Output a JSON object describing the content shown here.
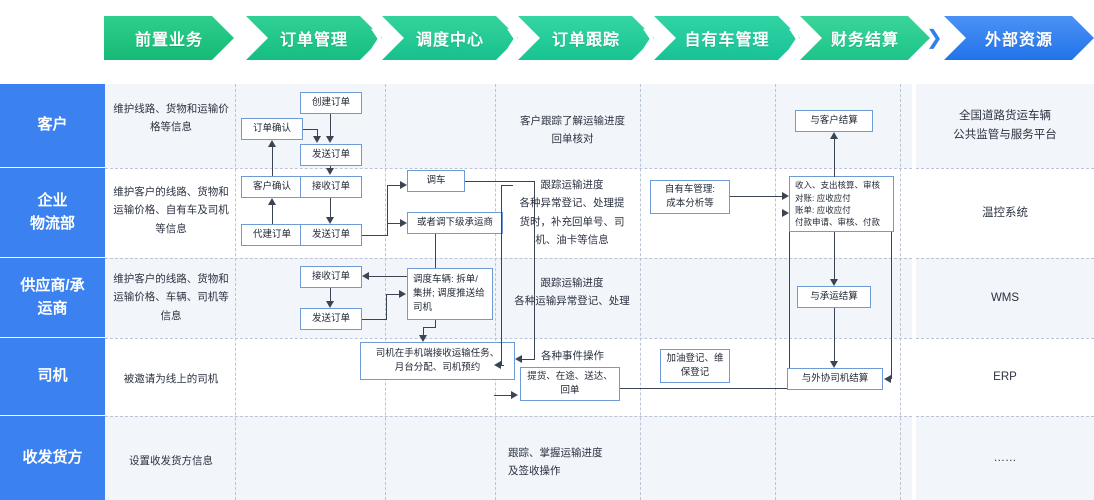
{
  "header": {
    "steps": [
      {
        "label": "前置业务",
        "color": "#20c47f"
      },
      {
        "label": "订单管理",
        "color": "#1ec489"
      },
      {
        "label": "调度中心",
        "color": "#23c78f"
      },
      {
        "label": "订单跟踪",
        "color": "#25c894"
      },
      {
        "label": "自有车管理",
        "color": "#23c59a"
      },
      {
        "label": "财务结算",
        "color": "#2cc98e"
      },
      {
        "label": "外部资源",
        "color": "#2f7fee"
      }
    ],
    "separators": [
      "❯",
      "❯",
      "❯",
      "❯",
      "❯",
      "❯"
    ],
    "separator_colors": [
      "#ffffff",
      "#ffffff",
      "#ffffff",
      "#ffffff",
      "#ffffff",
      "#2f7fee"
    ]
  },
  "sidebar": {
    "bg_color": "#3b82f0",
    "items": [
      {
        "label": "客户"
      },
      {
        "label": "企业\n物流部"
      },
      {
        "label": "供应商/承\n运商"
      },
      {
        "label": "司机"
      },
      {
        "label": "收发货方"
      }
    ]
  },
  "board": {
    "col_pre": {
      "customer": "维护线路、货物和运输价\n格等信息",
      "enterprise": "维护客户的线路、货物和\n运输价格、自有车及司机\n等信息",
      "carrier": "维护客户的线路、货物和\n运输价格、车辆、司机等\n信息",
      "driver": "被邀请为线上的司机",
      "consignee": "设置收发货方信息"
    },
    "col_order": {
      "create_order": "创建订单",
      "order_confirm": "订单确认",
      "send_order_1": "发送订单",
      "customer_confirm": "客户确认",
      "receive_order_1": "接收订单",
      "proxy_order": "代建订单",
      "send_order_2": "发送订单",
      "receive_order_2": "接收订单",
      "send_order_3": "发送订单"
    },
    "col_dispatch": {
      "dispatch_vehicle": "调车",
      "sub_carrier": "或者调下级承运商",
      "schedule_detail": "调度车辆: 拆单/\n集拼; 调度推送给\n司机",
      "driver_task": "司机在手机端接收运输任务、\n月台分配、司机预约"
    },
    "col_tracking": {
      "customer_track": "客户跟踪了解运输进度\n回单核对",
      "enterprise_track": "跟踪运输进度\n各种异常登记、处理提\n货时，补充回单号、司\n机、油卡等信息",
      "carrier_track": "跟踪运输进度\n各种运输异常登记、处理",
      "driver_events": "各种事件操作",
      "driver_event_box": "提货、在途、送达、\n回单",
      "consignee_track": "跟踪、掌握运输进度\n及签收操作"
    },
    "col_ownvehicle": {
      "own_vehicle_mgmt": "自有车管理:\n成本分析等",
      "fuel_maintenance": "加油登记、维\n保登记"
    },
    "col_finance": {
      "settle_customer": "与客户结算",
      "finance_detail": "收入、支出核算、审核\n对账: 应收应付\n账单: 应收应付\n付款申请、审核、付款",
      "settle_carrier": "与承运结算",
      "settle_external_driver": "与外协司机结算"
    }
  },
  "external": {
    "items": [
      {
        "label": "全国道路货运车辆\n公共监管与服务平台"
      },
      {
        "label": "温控系统"
      },
      {
        "label": "WMS"
      },
      {
        "label": "ERP"
      },
      {
        "label": "……"
      }
    ]
  }
}
